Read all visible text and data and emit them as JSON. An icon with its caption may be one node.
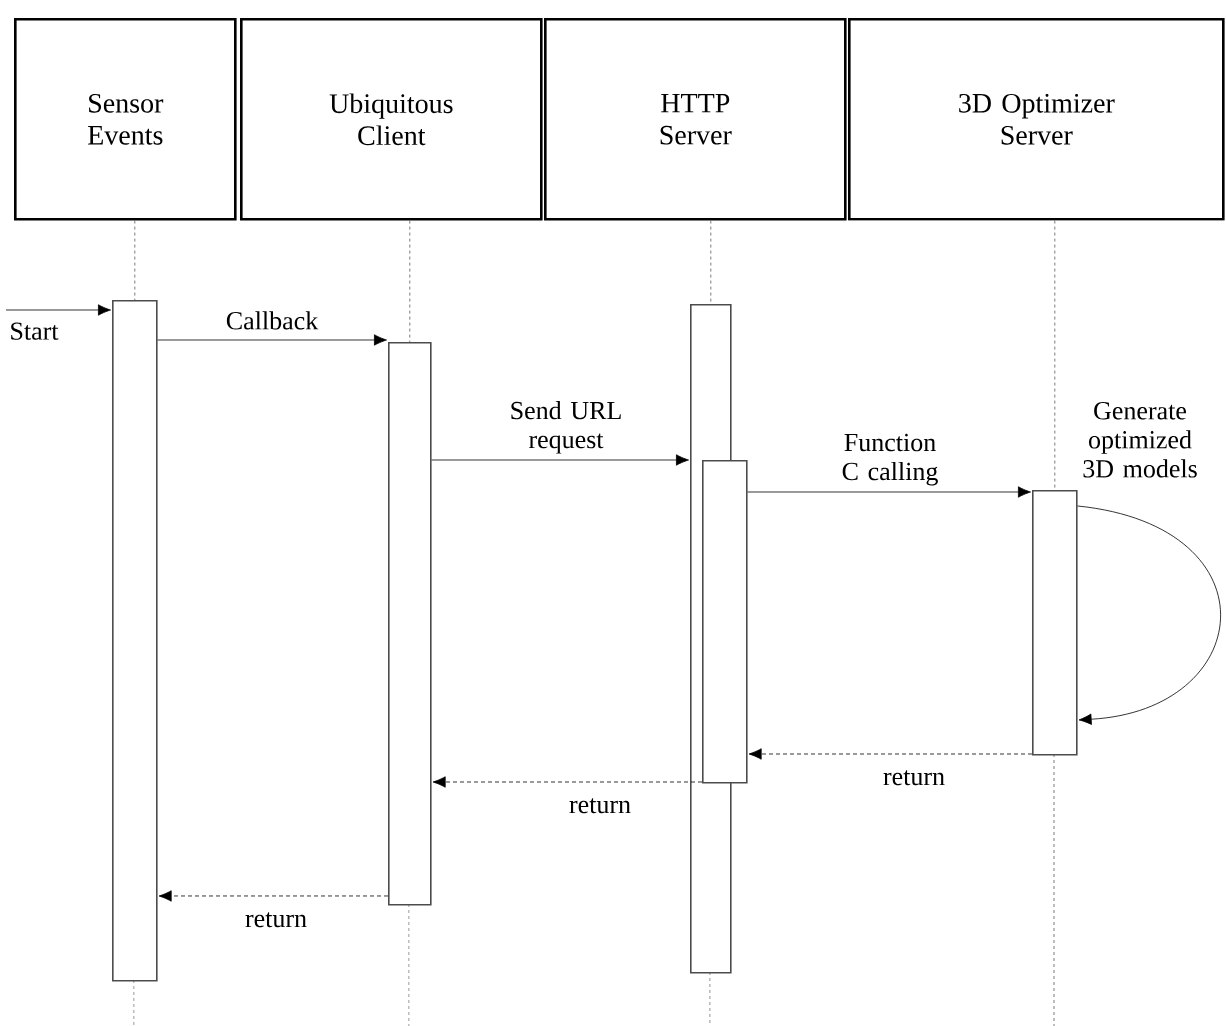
{
  "diagram": {
    "nodes": [
      {
        "text": [
          "Sensor Events"
        ]
      },
      {
        "text": [
          "Ubiquitous Client"
        ]
      },
      {
        "text": [
          "HTTP Server"
        ]
      },
      {
        "text": [
          "3D Optimizer Server"
        ]
      },
      {
        "text": [],
        "shape": "bar"
      },
      {
        "text": [],
        "shape": "bar"
      },
      {
        "text": [],
        "shape": "bar"
      },
      {
        "text": [],
        "shape": "bar"
      },
      {
        "text": [],
        "shape": "bar"
      }
    ],
    "edges": [
      {
        "from": null,
        "to": 4,
        "arrow": "to",
        "label": "Start"
      },
      {
        "from": 4,
        "to": 5,
        "arrow": "to",
        "label": "Callback"
      },
      {
        "from": 5,
        "to": 6,
        "arrow": "to",
        "label": "Send URL request"
      },
      {
        "from": 7,
        "to": 8,
        "arrow": "to",
        "label": "Function C calling"
      },
      {
        "from": 8,
        "to": 8,
        "arrow": "to",
        "label": "Generate optimized 3D models"
      },
      {
        "from": 8,
        "to": 7,
        "arrow": "to",
        "label": "return",
        "style": "dashed"
      },
      {
        "from": 7,
        "to": 5,
        "arrow": "to",
        "label": "return",
        "style": "dashed"
      },
      {
        "from": 5,
        "to": 4,
        "arrow": "to",
        "label": "return",
        "style": "dashed"
      },
      {
        "from": 0,
        "to": 4,
        "arrow": "none",
        "style": "dashed"
      },
      {
        "from": 1,
        "to": 5,
        "arrow": "none",
        "style": "dashed"
      },
      {
        "from": 2,
        "to": 6,
        "arrow": "none",
        "style": "dashed"
      },
      {
        "from": 3,
        "to": 8,
        "arrow": "none",
        "style": "dashed"
      }
    ]
  }
}
